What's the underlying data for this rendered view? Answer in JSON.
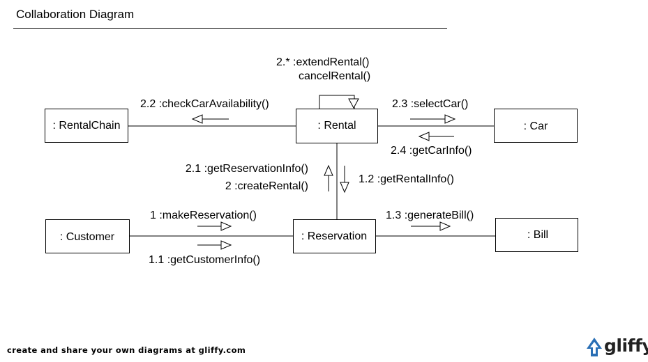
{
  "header": {
    "title": "Collaboration Diagram"
  },
  "diagram": {
    "objects": {
      "rental_chain": ": RentalChain",
      "rental": ": Rental",
      "car": ": Car",
      "customer": ": Customer",
      "reservation": ": Reservation",
      "bill": ": Bill"
    },
    "messages": {
      "extend_rental": "2.* :extendRental()",
      "cancel_rental": "cancelRental()",
      "check_car_availability": "2.2 :checkCarAvailability()",
      "select_car": "2.3 :selectCar()",
      "get_car_info": "2.4 :getCarInfo()",
      "get_reservation_info": "2.1 :getReservationInfo()",
      "create_rental": "2 :createRental()",
      "get_rental_info": "1.2 :getRentalInfo()",
      "make_reservation": "1 :makeReservation()",
      "get_customer_info": "1.1 :getCustomerInfo()",
      "generate_bill": "1.3 :generateBill()"
    }
  },
  "footer": {
    "tagline": "create and share your own diagrams at gliffy.com",
    "brand": "gliffy",
    "brand_icon": "gliffy-logo-icon",
    "brand_color": "#2a6fb5"
  }
}
